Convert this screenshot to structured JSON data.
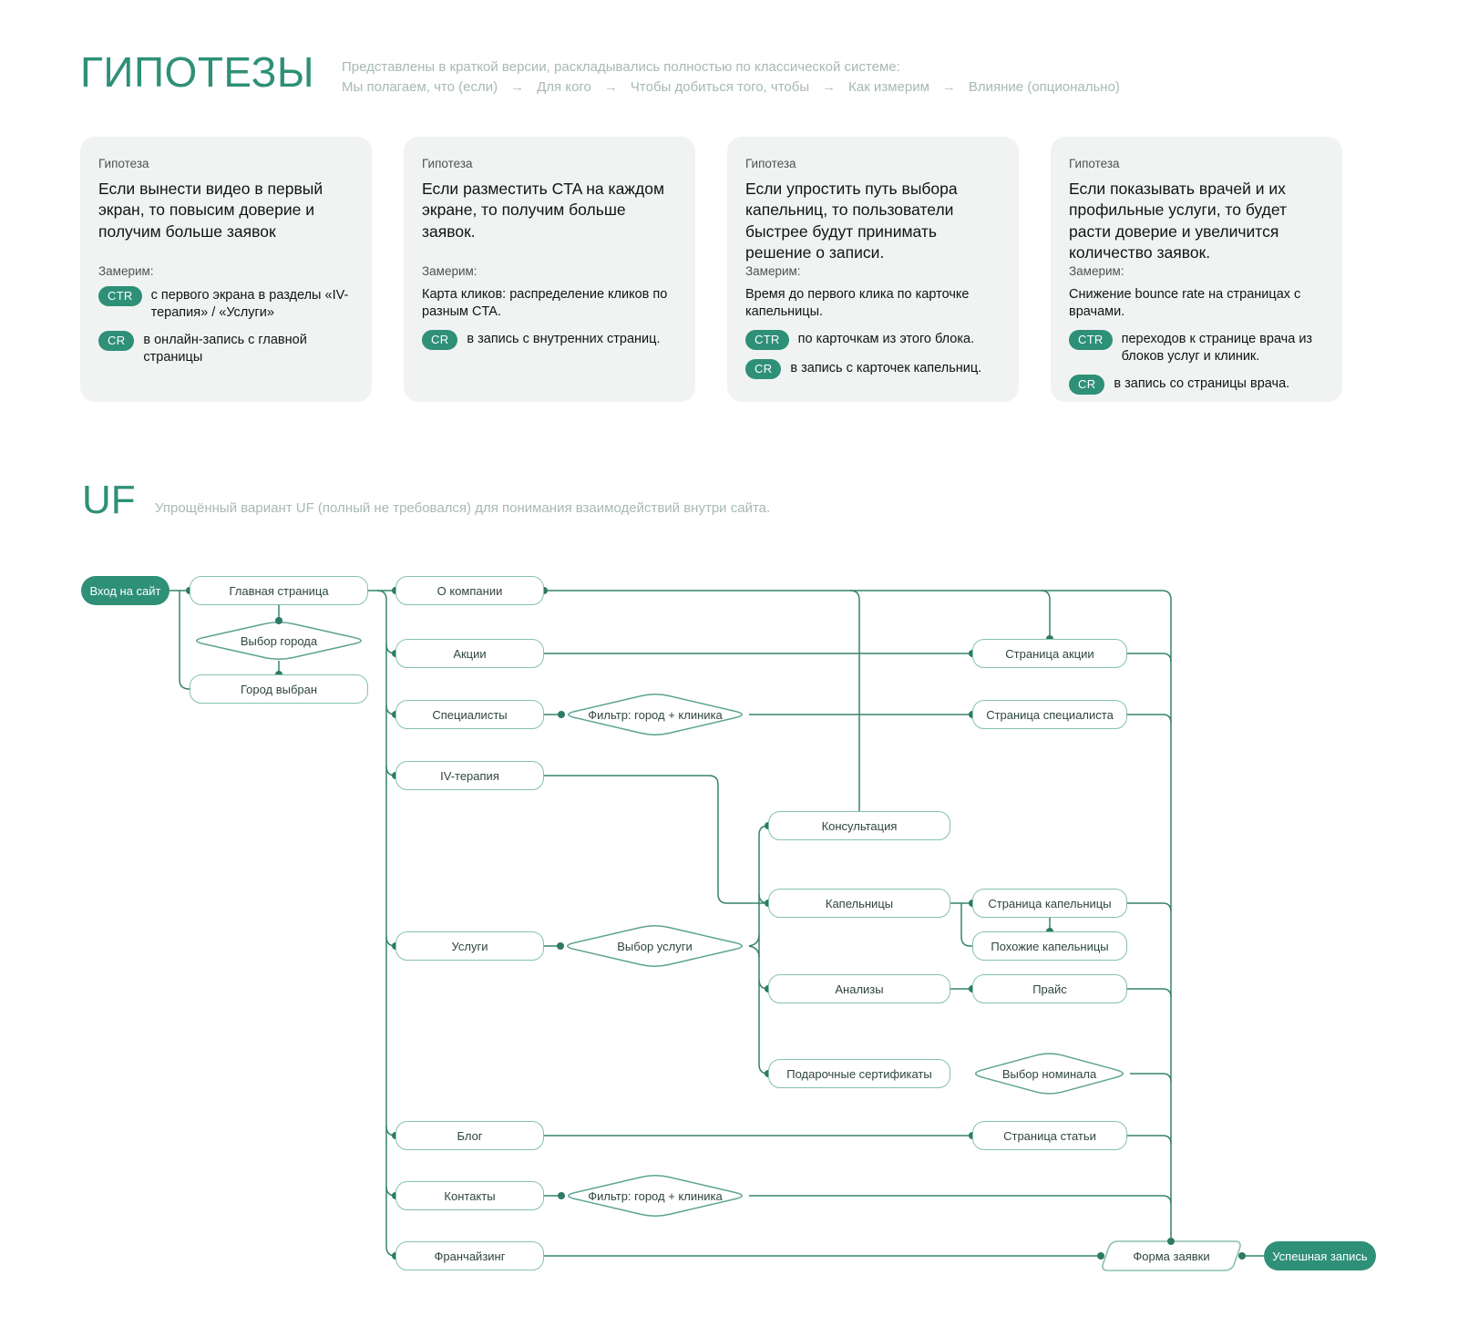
{
  "header": {
    "title": "ГИПОТЕЗЫ",
    "subtitle": "Представлены в краткой версии, раскладывались полностью по классической системе:",
    "arrow": "→",
    "framework_steps": [
      "Мы полагаем, что (если)",
      "Для кого",
      "Чтобы добиться того, чтобы",
      "Как измерим",
      "Влияние (опционально)"
    ]
  },
  "cards": [
    {
      "label": "Гипотеза",
      "title": "Если вынести видео в первый экран, то повысим доверие и получим больше заявок",
      "measure_label": "Замерим:",
      "note": "",
      "metrics": [
        {
          "badge": "CTR",
          "text": "с первого экрана в разделы «IV-терапия» / «Услуги»"
        },
        {
          "badge": "CR",
          "text": "в онлайн-запись с главной страницы"
        }
      ]
    },
    {
      "label": "Гипотеза",
      "title": "Если разместить CTA на каждом экране, то получим больше заявок.",
      "measure_label": "Замерим:",
      "note": "Карта кликов: распределение кликов по разным CTA.",
      "metrics": [
        {
          "badge": "CR",
          "text": "в запись с внутренних страниц."
        }
      ]
    },
    {
      "label": "Гипотеза",
      "title": "Если упростить путь выбора капельниц, то пользователи быстрее будут принимать решение о записи.",
      "measure_label": "Замерим:",
      "note": "Время до первого клика по карточке капельницы.",
      "metrics": [
        {
          "badge": "CTR",
          "text": "по карточкам из этого блока."
        },
        {
          "badge": "CR",
          "text": "в запись с карточек капельниц."
        }
      ]
    },
    {
      "label": "Гипотеза",
      "title": "Если показывать врачей и их профильные услуги, то будет расти доверие и увеличится количество заявок.",
      "measure_label": "Замерим:",
      "note": "Снижение bounce rate на страницах с врачами.",
      "metrics": [
        {
          "badge": "CTR",
          "text": "переходов к странице врача из блоков услуг и клиник."
        },
        {
          "badge": "CR",
          "text": "в запись со страницы врача."
        }
      ]
    }
  ],
  "uf": {
    "title": "UF",
    "subtitle": "Упрощённый вариант UF (полный не требовался) для понимания взаимодействий внутри сайта."
  },
  "flow": {
    "nodes": [
      {
        "id": "entry",
        "label": "Вход на сайт",
        "kind": "pill"
      },
      {
        "id": "home",
        "label": "Главная страница",
        "kind": "box"
      },
      {
        "id": "city-select",
        "label": "Выбор города",
        "kind": "diamond"
      },
      {
        "id": "city-chosen",
        "label": "Город выбран",
        "kind": "box"
      },
      {
        "id": "about",
        "label": "О компании",
        "kind": "box"
      },
      {
        "id": "promos",
        "label": "Акции",
        "kind": "box"
      },
      {
        "id": "promo-page",
        "label": "Страница акции",
        "kind": "box"
      },
      {
        "id": "specialists",
        "label": "Специалисты",
        "kind": "box"
      },
      {
        "id": "filter1",
        "label": "Фильтр: город + клиника",
        "kind": "diamond"
      },
      {
        "id": "specialist-page",
        "label": "Страница специалиста",
        "kind": "box"
      },
      {
        "id": "iv",
        "label": "IV-терапия",
        "kind": "box"
      },
      {
        "id": "consult",
        "label": "Консультация",
        "kind": "box"
      },
      {
        "id": "drips",
        "label": "Капельницы",
        "kind": "box"
      },
      {
        "id": "drip-page",
        "label": "Страница капельницы",
        "kind": "box"
      },
      {
        "id": "similar-drips",
        "label": "Похожие капельницы",
        "kind": "box"
      },
      {
        "id": "services",
        "label": "Услуги",
        "kind": "box"
      },
      {
        "id": "service-select",
        "label": "Выбор услуги",
        "kind": "diamond"
      },
      {
        "id": "tests",
        "label": "Анализы",
        "kind": "box"
      },
      {
        "id": "price",
        "label": "Прайс",
        "kind": "box"
      },
      {
        "id": "certs",
        "label": "Подарочные сертификаты",
        "kind": "box"
      },
      {
        "id": "nominal",
        "label": "Выбор номинала",
        "kind": "diamond"
      },
      {
        "id": "blog",
        "label": "Блог",
        "kind": "box"
      },
      {
        "id": "article-page",
        "label": "Страница статьи",
        "kind": "box"
      },
      {
        "id": "contacts",
        "label": "Контакты",
        "kind": "box"
      },
      {
        "id": "filter2",
        "label": "Фильтр: город + клиника",
        "kind": "diamond"
      },
      {
        "id": "franchise",
        "label": "Франчайзинг",
        "kind": "box"
      },
      {
        "id": "form",
        "label": "Форма заявки",
        "kind": "form"
      },
      {
        "id": "success",
        "label": "Успешная запись",
        "kind": "pill"
      }
    ]
  },
  "colors": {
    "accent": "#2E9077",
    "line": "#35836C",
    "node_border": "#85C1B0",
    "diamond_border": "#5CA48F",
    "subtitle_gray": "#A7B9B2",
    "card_bg": "#F1F3F3",
    "node_text": "#2E463F",
    "body_text": "#101413"
  }
}
